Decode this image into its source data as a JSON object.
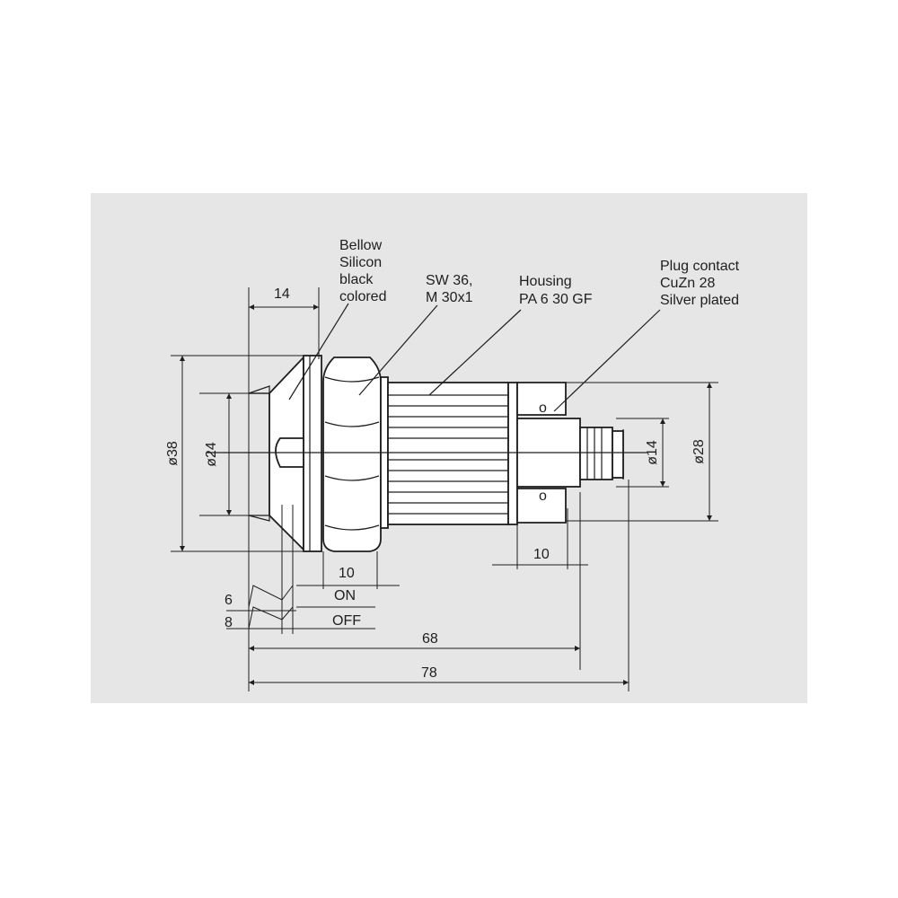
{
  "labels": {
    "bellow": [
      "Bellow",
      "Silicon",
      "black",
      "colored"
    ],
    "nut": [
      "SW 36,",
      "M 30x1"
    ],
    "housing": [
      "Housing",
      "PA 6  30  GF"
    ],
    "plug": [
      "Plug contact",
      "CuZn 28",
      "Silver plated"
    ]
  },
  "dimensions": {
    "d14_top": "14",
    "d38": "ø38",
    "d24": "ø24",
    "d14_right": "ø14",
    "d28": "ø28",
    "d10_nut": "10",
    "d10_plug": "10",
    "d6": "6",
    "d8": "8",
    "on": "ON",
    "off": "OFF",
    "d68": "68",
    "d78": "78"
  },
  "colors": {
    "panel": "#e6e6e6",
    "line": "#1e1e1e",
    "part_fill": "#ffffff"
  }
}
